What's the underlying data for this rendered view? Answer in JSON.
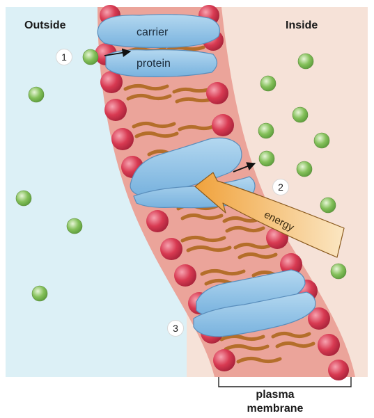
{
  "regions": {
    "outside": "Outside",
    "inside": "Inside"
  },
  "membrane_caption": {
    "line1": "plasma",
    "line2": "membrane"
  },
  "carrier_protein": {
    "word1": "carrier",
    "word2": "protein"
  },
  "energy_label": "energy",
  "steps": [
    "1",
    "2",
    "3"
  ],
  "colors": {
    "outside_fluid": "#dcf0f6",
    "inside_fluid": "#f6e2d8",
    "membrane": "#eba49a",
    "phospholipid_head": "#d83a52",
    "lipid_tail": "#b46e2a",
    "protein": "#8ec1e6",
    "solute": "#84c05a",
    "energy_arrow": "#f2b455"
  }
}
